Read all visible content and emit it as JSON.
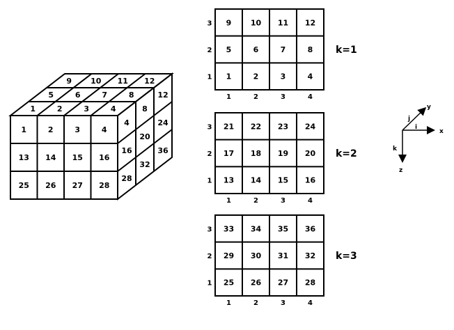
{
  "block": {
    "front": [
      [
        "1",
        "2",
        "3",
        "4"
      ],
      [
        "13",
        "14",
        "15",
        "16"
      ],
      [
        "25",
        "26",
        "27",
        "28"
      ]
    ],
    "top_rows_back_to_front": [
      [
        "9",
        "10",
        "11",
        "12"
      ],
      [
        "5",
        "6",
        "7",
        "8"
      ],
      [
        "1",
        "2",
        "3",
        "4"
      ]
    ],
    "right_columns_front_to_back": [
      [
        "4",
        "16",
        "28"
      ],
      [
        "8",
        "20",
        "32"
      ],
      [
        "12",
        "24",
        "36"
      ]
    ]
  },
  "layers": [
    {
      "label": "k=1",
      "rows_top_to_bottom": [
        [
          "9",
          "10",
          "11",
          "12"
        ],
        [
          "5",
          "6",
          "7",
          "8"
        ],
        [
          "1",
          "2",
          "3",
          "4"
        ]
      ],
      "row_labels_top_to_bottom": [
        "3",
        "2",
        "1"
      ],
      "col_labels": [
        "1",
        "2",
        "3",
        "4"
      ]
    },
    {
      "label": "k=2",
      "rows_top_to_bottom": [
        [
          "21",
          "22",
          "23",
          "24"
        ],
        [
          "17",
          "18",
          "19",
          "20"
        ],
        [
          "13",
          "14",
          "15",
          "16"
        ]
      ],
      "row_labels_top_to_bottom": [
        "3",
        "2",
        "1"
      ],
      "col_labels": [
        "1",
        "2",
        "3",
        "4"
      ]
    },
    {
      "label": "k=3",
      "rows_top_to_bottom": [
        [
          "33",
          "34",
          "35",
          "36"
        ],
        [
          "29",
          "30",
          "31",
          "32"
        ],
        [
          "25",
          "26",
          "27",
          "28"
        ]
      ],
      "row_labels_top_to_bottom": [
        "3",
        "2",
        "1"
      ],
      "col_labels": [
        "1",
        "2",
        "3",
        "4"
      ]
    }
  ],
  "axes": {
    "x": "x",
    "y": "y",
    "z": "z",
    "i": "i",
    "j": "j",
    "k": "k"
  }
}
